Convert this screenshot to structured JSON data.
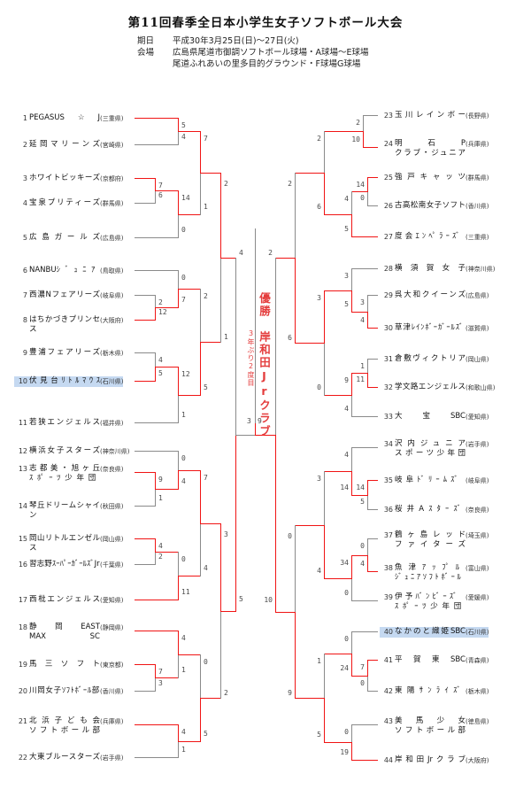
{
  "title": "第11回春季全日本小学生女子ソフトボール大会",
  "info": {
    "date_label": "期日",
    "date": "平成30年3月25日(日)～27日(火)",
    "venue_label": "会場",
    "venue1": "広島県尾道市御調ソフトボール球場・A球場～E球場",
    "venue2": "尾道ふれあいの里多目的グラウンド・F球場G球場"
  },
  "champion": {
    "label": "優勝",
    "name": "岸和田Jrクラブ",
    "note": "3年ぶり2度目"
  },
  "final": {
    "score_left": "3",
    "score_right": "9"
  },
  "colors": {
    "line": "#8a8a8a",
    "winner_path": "#f01414",
    "highlight": "#c5d9f1",
    "champion_text": "#e43d3d"
  },
  "teams": [
    {
      "seed": 1,
      "name": "PEGASUS☆J",
      "pref": "(三重県)",
      "advanced": true
    },
    {
      "seed": 2,
      "name": "延岡マリーンズ",
      "pref": "(宮崎県)",
      "advanced": false
    },
    {
      "seed": 3,
      "name": "ホワイトビッキーズ",
      "pref": "(京都府)",
      "advanced": true
    },
    {
      "seed": 4,
      "name": "宝泉プリティーズ",
      "pref": "(群馬県)",
      "advanced": false
    },
    {
      "seed": 5,
      "name": "広島ガールズ",
      "pref": "(広島県)",
      "advanced": false
    },
    {
      "seed": 6,
      "name": "NANBUｼﾞｭﾆｱ",
      "pref": "(鳥取県)",
      "advanced": false
    },
    {
      "seed": 7,
      "name": "西濃Nフェアリーズ",
      "pref": "(岐阜県)",
      "advanced": false
    },
    {
      "seed": 8,
      "name": "はちかづきプリンセス",
      "pref": "(大阪府)",
      "advanced": true
    },
    {
      "seed": 9,
      "name": "豊浦フェアリーズ",
      "pref": "(栃木県)",
      "advanced": false
    },
    {
      "seed": 10,
      "name": "伏見台ﾘﾄﾙﾏｳｽ",
      "pref": "(石川県)",
      "advanced": true,
      "highlight": true
    },
    {
      "seed": 11,
      "name": "若狭エンジェルス",
      "pref": "(福井県)",
      "advanced": false
    },
    {
      "seed": 12,
      "name": "横浜女子スターズ",
      "pref": "(神奈川県)",
      "advanced": false
    },
    {
      "seed": 13,
      "name": "志都美・旭ヶ丘",
      "name2": "ｽﾎﾟｰﾂ少年団",
      "pref": "(奈良県)",
      "advanced": true
    },
    {
      "seed": 14,
      "name": "琴丘ドリームシャイン",
      "pref": "(秋田県)",
      "advanced": false
    },
    {
      "seed": 15,
      "name": "岡山リトルエンゼルス",
      "pref": "(岡山県)",
      "advanced": true
    },
    {
      "seed": 16,
      "name": "習志野ｽｰﾊﾟｰｶﾞｰﾙｽﾞJr",
      "pref": "(千葉県)",
      "advanced": false
    },
    {
      "seed": 17,
      "name": "西枇エンジェルス",
      "pref": "(愛知県)",
      "advanced": true
    },
    {
      "seed": 18,
      "name": "静岡EAST",
      "name2": "MAX SC",
      "pref": "(静岡県)",
      "advanced": true
    },
    {
      "seed": 19,
      "name": "馬三ソフト",
      "pref": "(東京都)",
      "advanced": true
    },
    {
      "seed": 20,
      "name": "川岡女子ｿﾌﾄﾎﾞｰﾙ部",
      "pref": "(香川県)",
      "advanced": false
    },
    {
      "seed": 21,
      "name": "北浜子ども会",
      "name2": "ソフトボール部",
      "pref": "(兵庫県)",
      "advanced": true
    },
    {
      "seed": 22,
      "name": "大東ブルースターズ",
      "pref": "(岩手県)",
      "advanced": false
    },
    {
      "seed": 23,
      "name": "玉川レインボー",
      "pref": "(長野県)",
      "advanced": false
    },
    {
      "seed": 24,
      "name": "明石P",
      "name2": "クラブ・ジュニア",
      "pref": "(兵庫県)",
      "advanced": true
    },
    {
      "seed": 25,
      "name": "強戸キャッツ",
      "pref": "(群馬県)",
      "advanced": true
    },
    {
      "seed": 26,
      "name": "古高松南女子ソフト",
      "pref": "(香川県)",
      "advanced": false
    },
    {
      "seed": 27,
      "name": "度会ｴﾝﾍﾟﾗｰｽﾞ",
      "pref": "(三重県)",
      "advanced": true
    },
    {
      "seed": 28,
      "name": "横須賀女子",
      "pref": "(神奈川県)",
      "advanced": false
    },
    {
      "seed": 29,
      "name": "呉大和クイーンズ",
      "pref": "(広島県)",
      "advanced": false
    },
    {
      "seed": 30,
      "name": "草津ﾚｲﾝﾎﾞｰｶﾞｰﾙｽﾞ",
      "pref": "(滋賀県)",
      "advanced": true
    },
    {
      "seed": 31,
      "name": "倉敷ヴィクトリア",
      "pref": "(岡山県)",
      "advanced": false
    },
    {
      "seed": 32,
      "name": "学文路エンジェルス",
      "pref": "(和歌山県)",
      "advanced": true
    },
    {
      "seed": 33,
      "name": "大宝SBC",
      "pref": "(愛知県)",
      "advanced": false
    },
    {
      "seed": 34,
      "name": "沢内ジュニア",
      "name2": "スポーツ少年団",
      "pref": "(岩手県)",
      "advanced": false
    },
    {
      "seed": 35,
      "name": "岐阜ﾄﾞﾘｰﾑｽﾞ",
      "pref": "(岐阜県)",
      "advanced": true
    },
    {
      "seed": 36,
      "name": "桜井Aｽﾀｰｽﾞ",
      "pref": "(奈良県)",
      "advanced": false
    },
    {
      "seed": 37,
      "name": "鶴ヶ島レッド",
      "name2": "ファイターズ",
      "pref": "(埼玉県)",
      "advanced": false
    },
    {
      "seed": 38,
      "name": "魚津ｱｯﾌﾟﾙ",
      "name2": "ｼﾞｭﾆｱｿﾌﾄﾎﾞｰﾙ",
      "pref": "(富山県)",
      "advanced": true
    },
    {
      "seed": 39,
      "name": "伊予ﾊﾞﾝﾋﾞｰｽﾞ",
      "name2": "ｽﾎﾟｰﾂ少年団",
      "pref": "(愛媛県)",
      "advanced": false
    },
    {
      "seed": 40,
      "name": "なかのと織姫SBC",
      "pref": "(石川県)",
      "advanced": false,
      "highlight": true
    },
    {
      "seed": 41,
      "name": "平賀東SBC",
      "pref": "(青森県)",
      "advanced": true
    },
    {
      "seed": 42,
      "name": "東陽ｻﾝﾗｲｽﾞ",
      "pref": "(栃木県)",
      "advanced": false
    },
    {
      "seed": 43,
      "name": "美馬少女",
      "name2": "ソフトボール部",
      "pref": "(徳島県)",
      "advanced": false
    },
    {
      "seed": 44,
      "name": "岸和田Jrクラブ",
      "pref": "(大阪府)",
      "advanced": true
    }
  ],
  "matches": [
    {
      "id": "L01",
      "a": 1,
      "b": 2,
      "sa": "5",
      "sb": "4",
      "winner": "a"
    },
    {
      "id": "L02",
      "a": 3,
      "b": 4,
      "sa": "7",
      "sb": "6",
      "winner": "a"
    },
    {
      "id": "L03",
      "a": 3,
      "b": 5,
      "sa": "14",
      "sb": "0",
      "winner": "a"
    },
    {
      "id": "L04",
      "a": 1,
      "b": 3,
      "sa": "7",
      "sb": "1",
      "winner": "a"
    },
    {
      "id": "L05",
      "a": 7,
      "b": 8,
      "sa": "2",
      "sb": "12",
      "winner": "b"
    },
    {
      "id": "L06",
      "a": 6,
      "b": 8,
      "sa": "0",
      "sb": "7",
      "winner": "b"
    },
    {
      "id": "L07",
      "a": 9,
      "b": 10,
      "sa": "4",
      "sb": "5",
      "winner": "b"
    },
    {
      "id": "L08",
      "a": 10,
      "b": 11,
      "sa": "12",
      "sb": "1",
      "winner": "a"
    },
    {
      "id": "L09",
      "a": 8,
      "b": 10,
      "sa": "2",
      "sb": "5",
      "winner": "b"
    },
    {
      "id": "L10",
      "a": 1,
      "b": 10,
      "sa": "2",
      "sb": "1",
      "winner": "a"
    },
    {
      "id": "L11",
      "a": 13,
      "b": 14,
      "sa": "9",
      "sb": "1",
      "winner": "a"
    },
    {
      "id": "L12",
      "a": 12,
      "b": 13,
      "sa": "0",
      "sb": "4",
      "winner": "b"
    },
    {
      "id": "L13",
      "a": 15,
      "b": 16,
      "sa": "4",
      "sb": "2",
      "winner": "a"
    },
    {
      "id": "L14",
      "a": 15,
      "b": 17,
      "sa": "0",
      "sb": "11",
      "winner": "b"
    },
    {
      "id": "L15",
      "a": 13,
      "b": 17,
      "sa": "7",
      "sb": "4",
      "winner": "a"
    },
    {
      "id": "L16",
      "a": 19,
      "b": 20,
      "sa": "7",
      "sb": "3",
      "winner": "a"
    },
    {
      "id": "L17",
      "a": 18,
      "b": 19,
      "sa": "4",
      "sb": "1",
      "winner": "a"
    },
    {
      "id": "L18",
      "a": 21,
      "b": 22,
      "sa": "4",
      "sb": "1",
      "winner": "a"
    },
    {
      "id": "L19",
      "a": 18,
      "b": 21,
      "sa": "0",
      "sb": "5",
      "winner": "b"
    },
    {
      "id": "L20",
      "a": 13,
      "b": 21,
      "sa": "3",
      "sb": "2",
      "winner": "a"
    },
    {
      "id": "L21",
      "a": 1,
      "b": 13,
      "sa": "4",
      "sb": "5",
      "winner": "b"
    },
    {
      "id": "R01",
      "a": 23,
      "b": 24,
      "sa": "2",
      "sb": "10",
      "winner": "b"
    },
    {
      "id": "R02",
      "a": 25,
      "b": 26,
      "sa": "14",
      "sb": "0",
      "winner": "a"
    },
    {
      "id": "R03",
      "a": 25,
      "b": 27,
      "sa": "4",
      "sb": "5",
      "winner": "b"
    },
    {
      "id": "R04",
      "a": 24,
      "b": 27,
      "sa": "2",
      "sb": "6",
      "winner": "b"
    },
    {
      "id": "R05",
      "a": 29,
      "b": 30,
      "sa": "3",
      "sb": "4",
      "winner": "b"
    },
    {
      "id": "R06",
      "a": 28,
      "b": 30,
      "sa": "3",
      "sb": "5",
      "winner": "b"
    },
    {
      "id": "R07",
      "a": 31,
      "b": 32,
      "sa": "1",
      "sb": "11",
      "winner": "b"
    },
    {
      "id": "R08",
      "a": 32,
      "b": 33,
      "sa": "9",
      "sb": "4",
      "winner": "a"
    },
    {
      "id": "R09",
      "a": 30,
      "b": 32,
      "sa": "3",
      "sb": "0",
      "winner": "a"
    },
    {
      "id": "R10",
      "a": 27,
      "b": 30,
      "sa": "2",
      "sb": "6",
      "winner": "b"
    },
    {
      "id": "R11",
      "a": 35,
      "b": 36,
      "sa": "14",
      "sb": "5",
      "winner": "a"
    },
    {
      "id": "R12",
      "a": 34,
      "b": 35,
      "sa": "4",
      "sb": "14",
      "winner": "b"
    },
    {
      "id": "R13",
      "a": 37,
      "b": 38,
      "sa": "0",
      "sb": "4",
      "winner": "b"
    },
    {
      "id": "R14",
      "a": 38,
      "b": 39,
      "sa": "34",
      "sb": "0",
      "winner": "a"
    },
    {
      "id": "R15",
      "a": 35,
      "b": 38,
      "sa": "3",
      "sb": "4",
      "winner": "b"
    },
    {
      "id": "R16",
      "a": 41,
      "b": 42,
      "sa": "7",
      "sb": "0",
      "winner": "a"
    },
    {
      "id": "R17",
      "a": 40,
      "b": 41,
      "sa": "0",
      "sb": "24",
      "winner": "b"
    },
    {
      "id": "R18",
      "a": 43,
      "b": 44,
      "sa": "0",
      "sb": "19",
      "winner": "b"
    },
    {
      "id": "R19",
      "a": 41,
      "b": 44,
      "sa": "1",
      "sb": "5",
      "winner": "b"
    },
    {
      "id": "R20",
      "a": 38,
      "b": 44,
      "sa": "0",
      "sb": "9",
      "winner": "b"
    },
    {
      "id": "R21",
      "a": 30,
      "b": 44,
      "sa": "2",
      "sb": "10",
      "winner": "b"
    },
    {
      "id": "F1",
      "a": 13,
      "b": 44,
      "sa": "3",
      "sb": "9",
      "winner": "b"
    }
  ]
}
